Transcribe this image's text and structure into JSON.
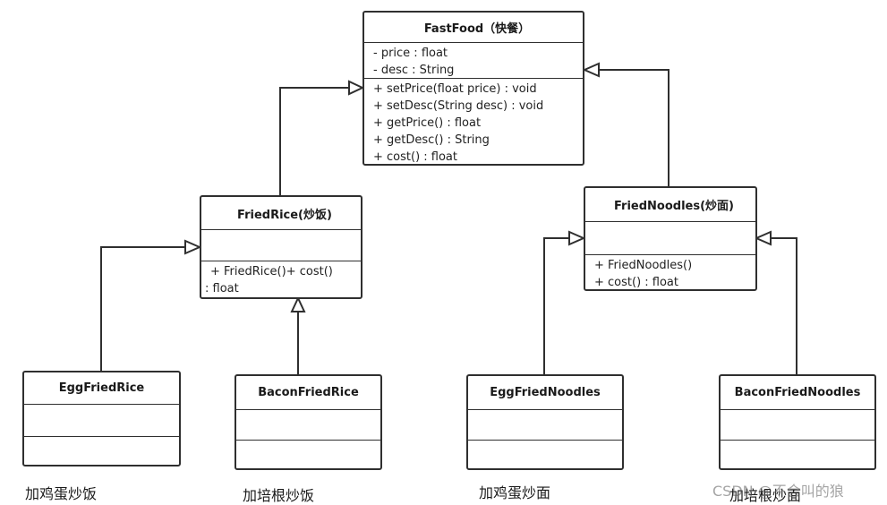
{
  "classes": {
    "fastfood": {
      "name": "FastFood（快餐）",
      "attributes": [
        "- price : float",
        "- desc : String"
      ],
      "methods": [
        "+ setPrice(float price) : void",
        "+ setDesc(String desc) : void",
        "+ getPrice() : float",
        "+ getDesc() : String",
        "+ cost() : float"
      ]
    },
    "friedrice": {
      "name": "FriedRice(炒饭)",
      "methods": [
        "+ FriedRice()+ cost()",
        ": float"
      ]
    },
    "friednoodles": {
      "name": "FriedNoodles(炒面)",
      "methods": [
        "+ FriedNoodles()",
        "+ cost() : float"
      ]
    },
    "eggfriedrice": {
      "name": "EggFriedRice"
    },
    "baconfriedrice": {
      "name": "BaconFriedRice"
    },
    "eggfriednoodles": {
      "name": "EggFriedNoodles"
    },
    "baconfriednoodles": {
      "name": "BaconFriedNoodles"
    }
  },
  "notes": {
    "eggfriedrice": "加鸡蛋炒饭",
    "baconfriedrice": "加培根炒饭",
    "eggfriednoodles": "加鸡蛋炒面",
    "baconfriednoodles": "加培根炒面"
  },
  "watermark": "CSDN @不会叫的狼",
  "colors": {
    "line": "#2f2f2f",
    "box_fill": "#ffffff",
    "background": "#ffffff"
  }
}
